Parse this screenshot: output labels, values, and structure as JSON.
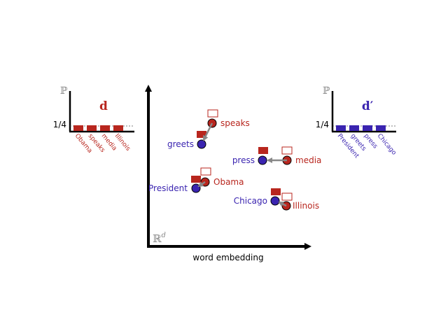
{
  "colors": {
    "source": "#b8261e",
    "target": "#3a24b0",
    "arrow": "#888888",
    "axis": "#000000"
  },
  "left_hist": {
    "axis_label": "ℙ",
    "title": "d",
    "tick_label": "1/4",
    "bar_value": 0.25,
    "words": [
      "Obama",
      "speaks",
      "media",
      "Illinois"
    ]
  },
  "right_hist": {
    "axis_label": "ℙ",
    "title": "d′",
    "tick_label": "1/4",
    "bar_value": 0.25,
    "words": [
      "President",
      "greets",
      "press",
      "Chicago"
    ]
  },
  "embedding": {
    "space_label": "ℝ",
    "space_superscript": "d",
    "x_axis_label": "word embedding",
    "pairs": [
      {
        "source": "speaks",
        "target": "greets"
      },
      {
        "source": "Obama",
        "target": "President"
      },
      {
        "source": "media",
        "target": "press"
      },
      {
        "source": "Illinois",
        "target": "Chicago"
      }
    ]
  }
}
